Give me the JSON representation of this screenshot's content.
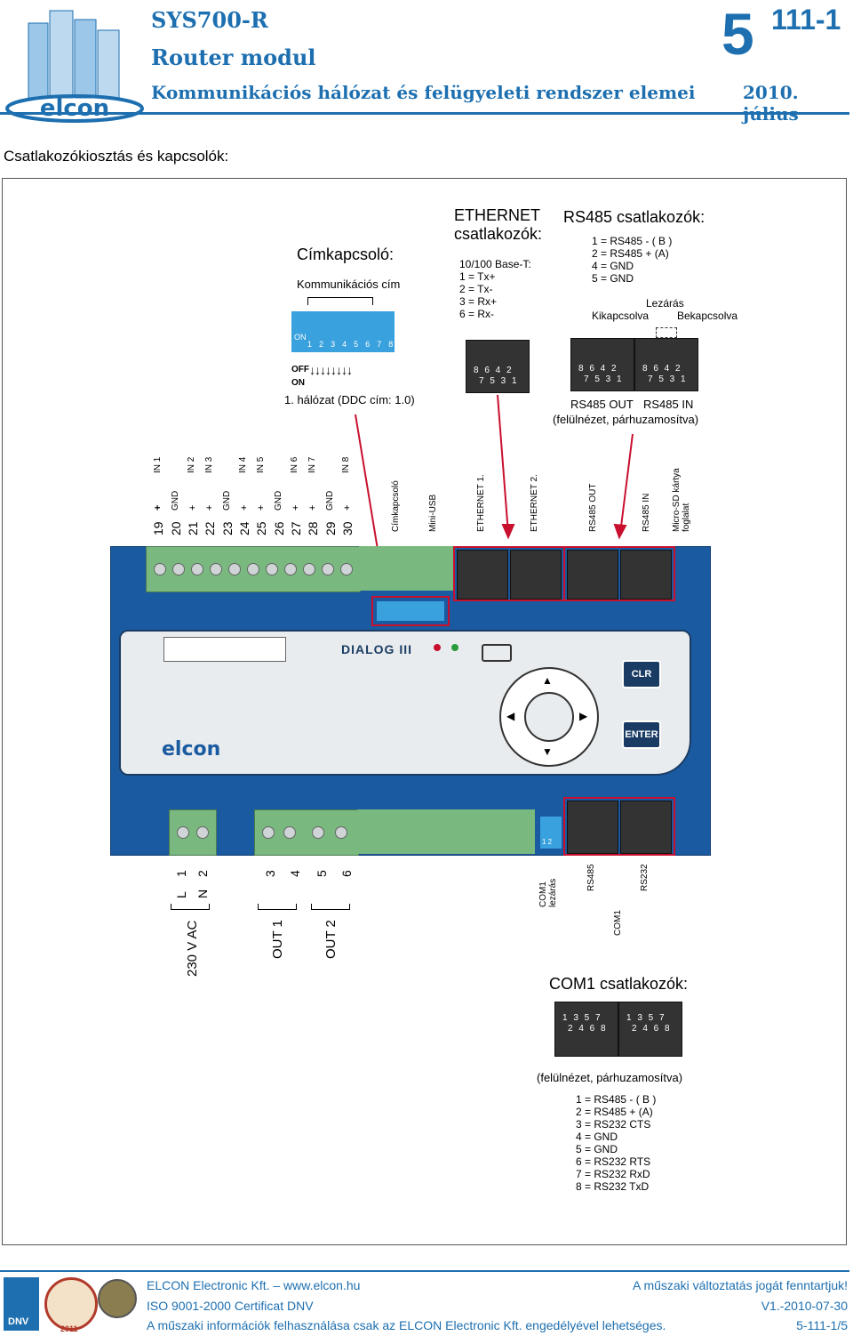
{
  "header": {
    "product": "SYS700-R",
    "module": "Router modul",
    "series": "Kommunikációs hálózat és felügyeleti rendszer elemei",
    "section_big": "5",
    "section_small": "111-1",
    "date": "2010. július"
  },
  "page": {
    "heading": "Csatlakozókiosztás és kapcsolók:"
  },
  "diagram": {
    "addr_switch_title": "Címkapcsoló:",
    "addr_switch_sub": "Kommunikációs cím",
    "dip_on": "ON",
    "dip_numbers": [
      "1",
      "2",
      "3",
      "4",
      "5",
      "6",
      "7",
      "8"
    ],
    "off_label": "OFF",
    "on_label": "ON",
    "network_label": "1. hálózat (DDC cím: 1.0)",
    "ethernet_title_1": "ETHERNET",
    "ethernet_title_2": "csatlakozók:",
    "ethernet_pins": [
      "10/100 Base-T:",
      "1 = Tx+",
      "2 = Tx-",
      "3 = Rx+",
      "6 = Rx-"
    ],
    "rs485_title": "RS485 csatlakozók:",
    "rs485_pins": [
      "1 = RS485 - ( B )",
      "2 = RS485 + (A)",
      "4 = GND",
      "5 = GND"
    ],
    "termination": "Lezárás",
    "term_off": "Kikapcsolva",
    "term_on": "Bekapcsolva",
    "jack_top": "8 6 4 2",
    "jack_bottom": "7 5 3 1",
    "rs485_out": "RS485 OUT",
    "rs485_in": "RS485 IN",
    "topview": "(felülnézet, párhuzamosítva)",
    "terminal_numbers": [
      "19",
      "20",
      "21",
      "22",
      "23",
      "24",
      "25",
      "26",
      "27",
      "28",
      "29",
      "30"
    ],
    "terminal_signals": [
      "+",
      "GND",
      "+",
      "+",
      "GND",
      "+",
      "+",
      "GND",
      "+",
      "+",
      "GND",
      "+"
    ],
    "inputs": [
      "IN 1",
      "IN 2",
      "IN 3",
      "IN 4",
      "IN 5",
      "IN 6",
      "IN 7",
      "IN 8"
    ],
    "connector_labels": [
      "Címkapcsoló",
      "Mini-USB",
      "ETHERNET 1.",
      "ETHERNET 2.",
      "RS485 OUT",
      "RS485 IN",
      "Micro-SD kártya foglalat"
    ],
    "dialog_logo": "DIALOG III",
    "clr": "CLR",
    "enter": "ENTER",
    "elcon_logo": "elcon",
    "bottom_terminals": [
      "L",
      "N",
      "3",
      "4",
      "5",
      "6"
    ],
    "bottom_numbers": [
      "1",
      "2"
    ],
    "power": "230 V AC",
    "out1": "OUT 1",
    "out2": "OUT 2",
    "com1_term": "COM1 lezárás",
    "rs485_port": "RS485",
    "rs232_port": "RS232",
    "com1": "COM1",
    "dip2": "1 2",
    "com1_title": "COM1 csatlakozók:",
    "com1_jack_top": "1 3 5 7",
    "com1_jack_bottom": "2 4 6 8",
    "com1_topview": "(felülnézet, párhuzamosítva)",
    "com1_pins": [
      "1 = RS485 - ( B )",
      "2 = RS485 + (A)",
      "3 = RS232 CTS",
      "4 = GND",
      "5 = GND",
      "6 = RS232 RTS",
      "7 = RS232 RxD",
      "8 = RS232 TxD"
    ]
  },
  "footer": {
    "company": "ELCON Electronic Kft. – www.elcon.hu",
    "iso": "ISO 9001-2000 Certificat DNV",
    "notice": "A műszaki információk felhasználása csak az ELCON Electronic Kft. engedélyével lehetséges.",
    "rights": "A műszaki változtatás jogát fenntartjuk!",
    "version": "V1.-2010-07-30",
    "page_ref": "5-111-1/5",
    "logo_dnv": "DNV",
    "seal_year": "2011"
  },
  "colors": {
    "accent": "#1d6fb0",
    "pcb": "#1a5aa0",
    "highlight": "#c8102e",
    "terminal": "#79b87e"
  }
}
